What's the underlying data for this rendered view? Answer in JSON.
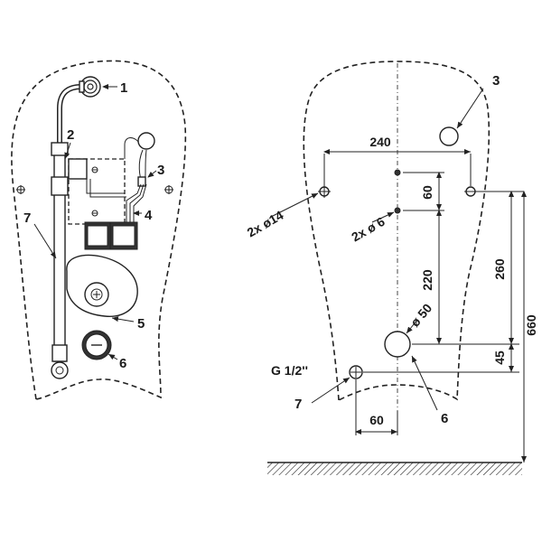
{
  "left_view": {
    "callouts": [
      "1",
      "2",
      "3",
      "4",
      "5",
      "6",
      "7"
    ]
  },
  "right_view": {
    "callouts": [
      "3",
      "6",
      "7"
    ],
    "dimensions": {
      "width_holes": "240",
      "dia_holes_large": "2x ø14",
      "dia_holes_small": "2x ø 6",
      "vert_small": "60",
      "vert_mid": "220",
      "vert_260": "260",
      "vert_660": "660",
      "vert_45": "45",
      "dia_outlet": "ø 50",
      "thread": "G 1/2''",
      "horiz_60": "60"
    }
  }
}
